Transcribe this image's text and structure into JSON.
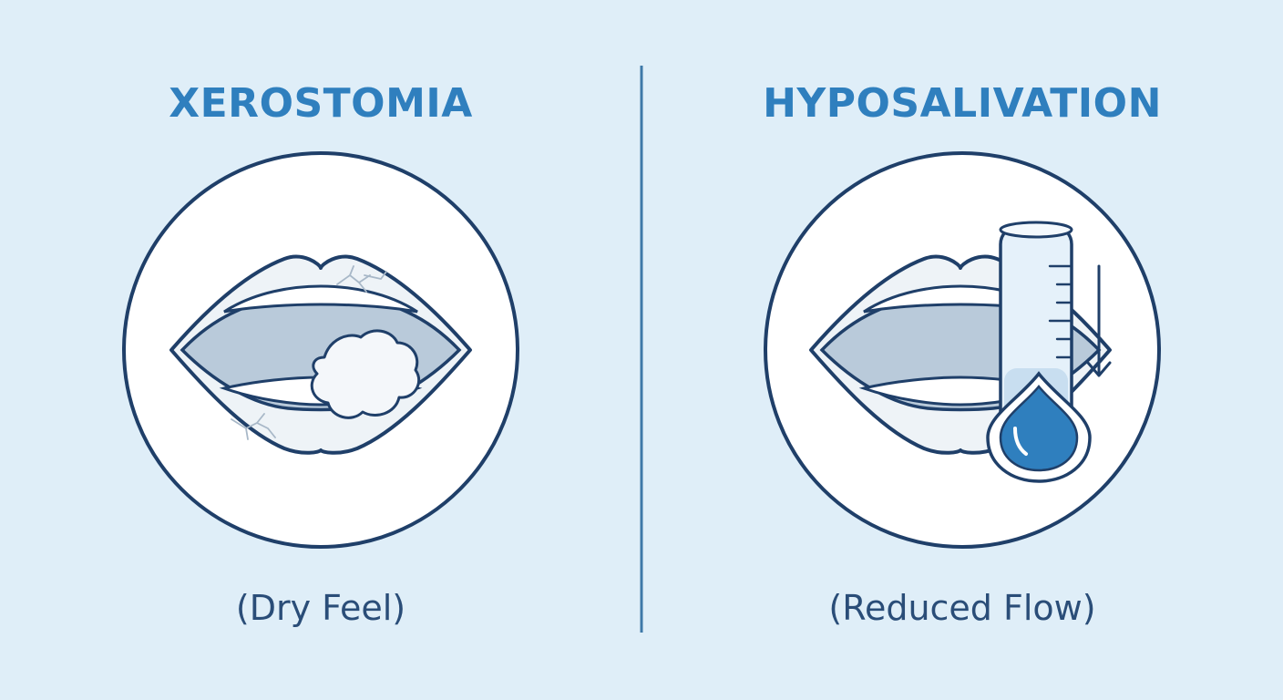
{
  "left_panel": {
    "title": "XEROSTOMIA",
    "caption": "(Dry Feel)"
  },
  "right_panel": {
    "title": "HYPOSALIVATION",
    "caption": "(Reduced Flow)"
  },
  "icons": {
    "left": "dry-mouth-cotton-icon",
    "right": "reduced-flow-measuring-tube-icon"
  },
  "colors": {
    "background": "#dfeef8",
    "title_blue": "#2f7fbe",
    "outline_navy": "#1f3f69",
    "drop_blue": "#2f7fbe"
  }
}
